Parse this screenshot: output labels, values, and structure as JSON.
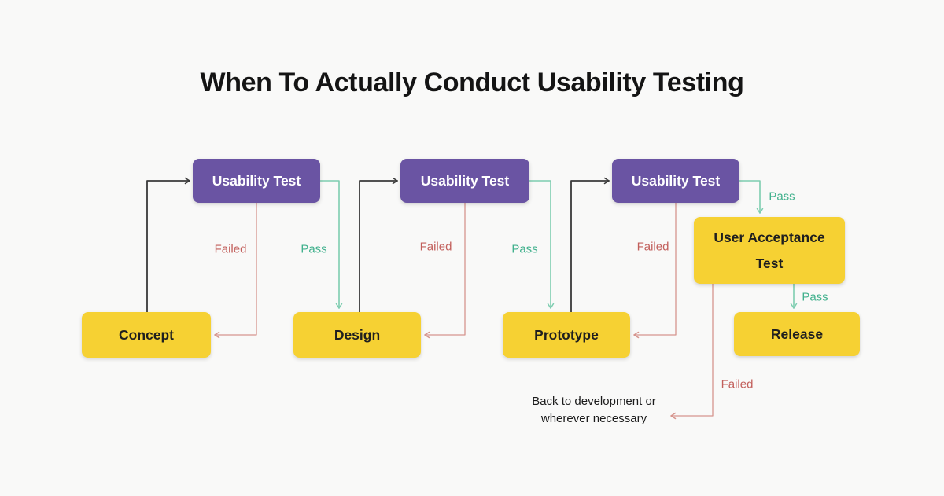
{
  "title": "When To Actually Conduct Usability Testing",
  "colors": {
    "background": "#F9F9F8",
    "purple": "#6A54A3",
    "yellow": "#F6D133",
    "black_line": "#3A3A3A",
    "green_line": "#7ECDB0",
    "green_text": "#41B18D",
    "red_line": "#D6958E",
    "red_text": "#C25F5B",
    "node_text_dark": "#1F1F1F",
    "node_text_light": "#FFFFFF"
  },
  "nodes": {
    "usability_test_1": {
      "label": "Usability Test"
    },
    "usability_test_2": {
      "label": "Usability Test"
    },
    "usability_test_3": {
      "label": "Usability Test"
    },
    "concept": {
      "label": "Concept"
    },
    "design": {
      "label": "Design"
    },
    "prototype": {
      "label": "Prototype"
    },
    "user_acceptance_test": {
      "label": "User Acceptance Test"
    },
    "release": {
      "label": "Release"
    }
  },
  "edge_labels": {
    "ut1_failed": "Failed",
    "ut1_pass": "Pass",
    "ut2_failed": "Failed",
    "ut2_pass": "Pass",
    "ut3_failed": "Failed",
    "ut3_pass": "Pass",
    "uat_pass": "Pass",
    "uat_failed": "Failed"
  },
  "note": "Back to development or wherever necessary"
}
